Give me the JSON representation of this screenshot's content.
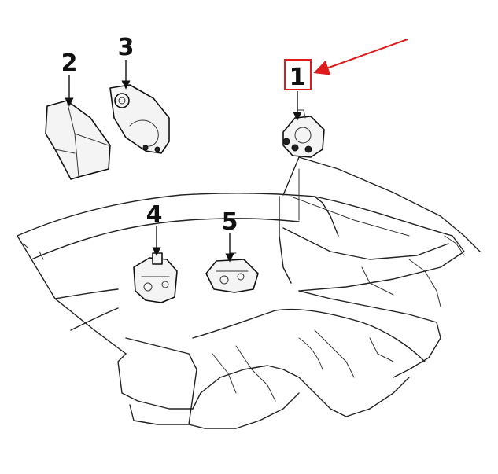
{
  "callouts": [
    "1",
    "2",
    "3",
    "4",
    "5"
  ],
  "colors": {
    "highlight": "#e01b1b",
    "ink": "#111111"
  }
}
